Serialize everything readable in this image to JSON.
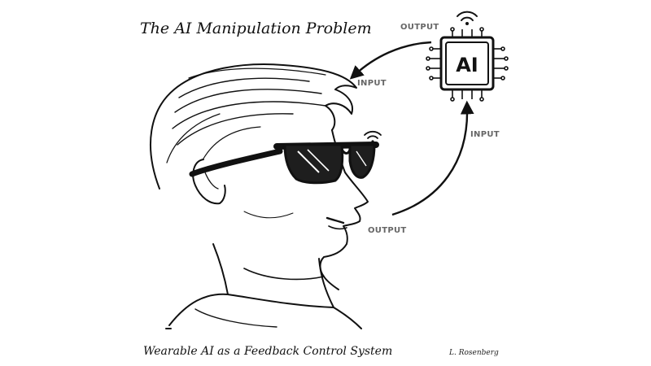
{
  "title": "The AI Manipulation Problem",
  "caption": "Wearable AI as a Feedback Control System",
  "credit": "L. Rosenberg",
  "chip": {
    "label": "AI",
    "icon": "ai-chip-icon"
  },
  "flow": {
    "top_output": "OUTPUT",
    "top_input": "INPUT",
    "right_input": "INPUT",
    "bottom_output": "OUTPUT"
  },
  "icons": [
    "wifi-icon",
    "ai-chip-icon",
    "arrow-icon"
  ],
  "colors": {
    "ink": "#111111",
    "label": "#666666",
    "lens": "#222222"
  }
}
